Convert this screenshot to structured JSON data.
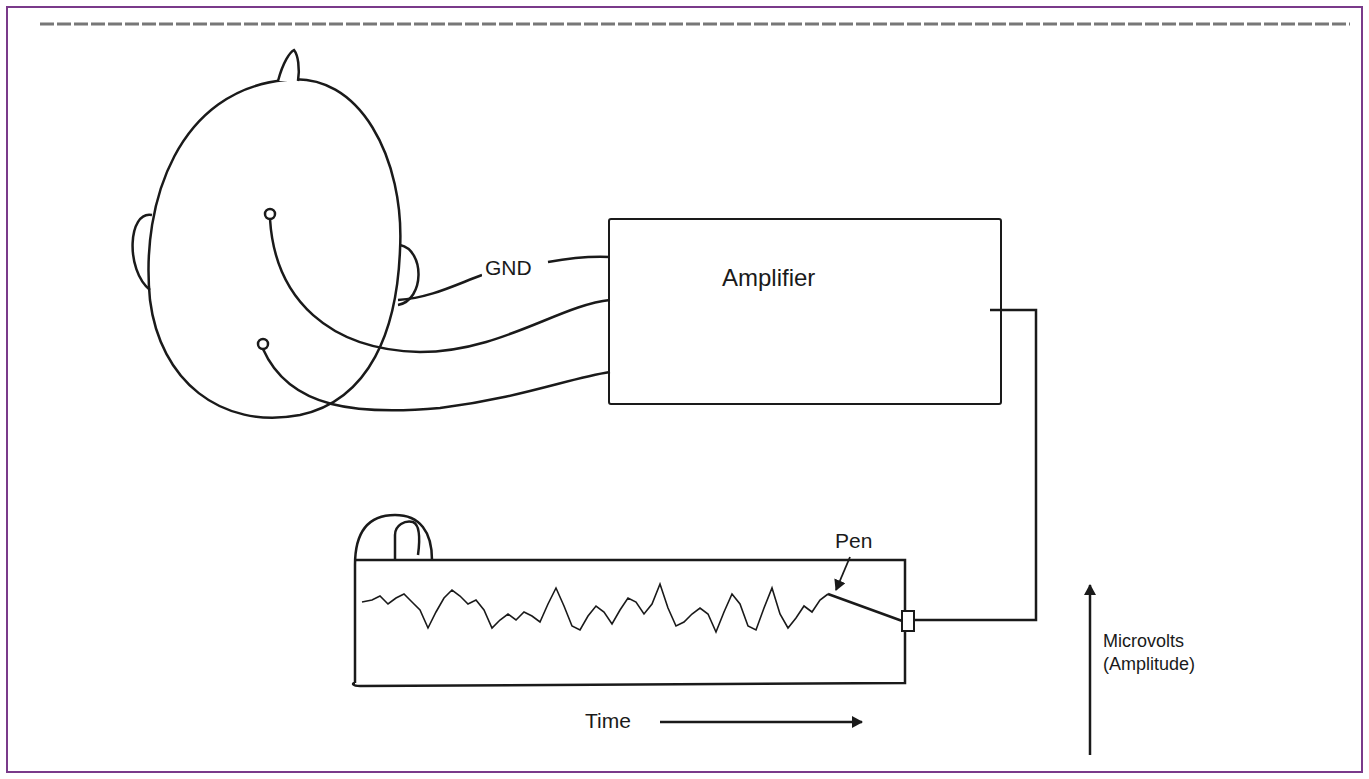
{
  "diagram": {
    "nodes": [
      {
        "text": [
          "Amplifier"
        ]
      }
    ],
    "labels": [
      "GND",
      "Pen",
      "Time",
      "Microvolts (Amplitude)"
    ]
  }
}
